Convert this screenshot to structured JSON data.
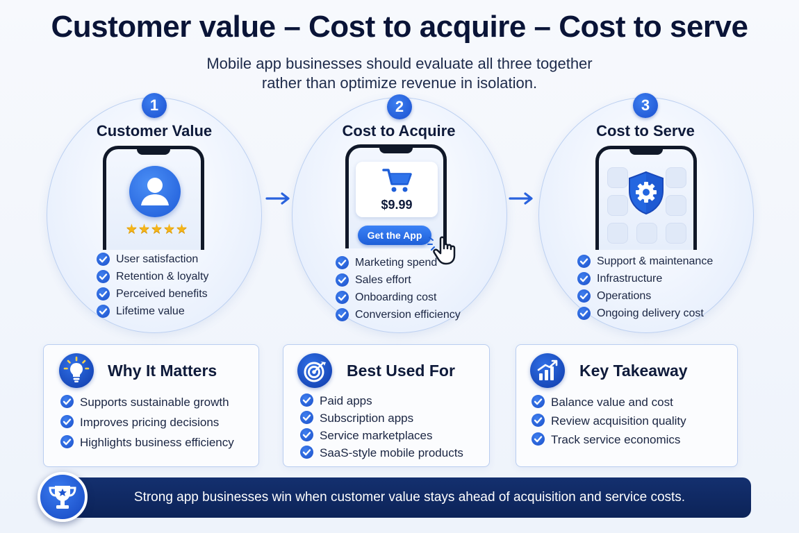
{
  "header": {
    "title": "Customer value – Cost to acquire – Cost to serve",
    "subtitle_line1": "Mobile app businesses should evaluate all three together",
    "subtitle_line2": "rather than optimize revenue in isolation."
  },
  "columns": [
    {
      "number": "1",
      "title": "Customer Value",
      "rating_stars": "★★★★★",
      "items": [
        "User satisfaction",
        "Retention & loyalty",
        "Perceived benefits",
        "Lifetime value"
      ]
    },
    {
      "number": "2",
      "title": "Cost to Acquire",
      "price": "$9.99",
      "cta": "Get the App",
      "items": [
        "Marketing spend",
        "Sales effort",
        "Onboarding cost",
        "Conversion efficiency"
      ]
    },
    {
      "number": "3",
      "title": "Cost to Serve",
      "items": [
        "Support & maintenance",
        "Infrastructure",
        "Operations",
        "Ongoing delivery cost"
      ]
    }
  ],
  "cards": [
    {
      "title": "Why It Matters",
      "icon": "lightbulb-icon",
      "items": [
        "Supports sustainable growth",
        "Improves pricing decisions",
        "Highlights business efficiency"
      ]
    },
    {
      "title": "Best Used For",
      "icon": "target-icon",
      "items": [
        "Paid apps",
        "Subscription apps",
        "Service marketplaces",
        "SaaS-style mobile products"
      ]
    },
    {
      "title": "Key Takeaway",
      "icon": "growth-chart-icon",
      "items": [
        "Balance value and cost",
        "Review acquisition quality",
        "Track service economics"
      ]
    }
  ],
  "banner": {
    "text": "Strong app businesses win when customer value stays ahead of acquisition and service costs.",
    "icon": "trophy-icon"
  },
  "colors": {
    "accent_blue": "#1e5fd8",
    "navy": "#0c2358",
    "star_gold": "#f4b41a"
  }
}
